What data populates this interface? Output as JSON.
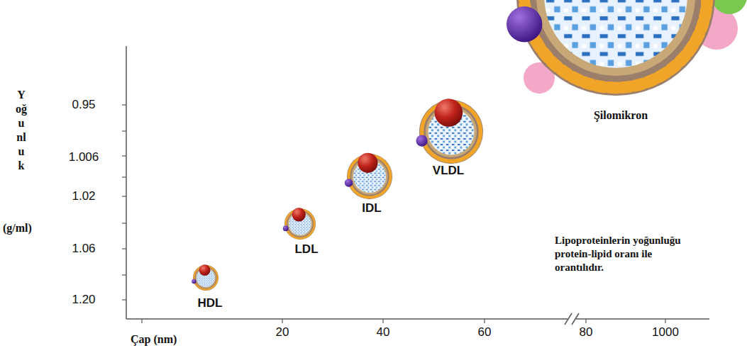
{
  "diagram": {
    "labels": [
      "Yoğunluk",
      "(g/ml)",
      "0.95",
      "1.006",
      "1.02",
      "1.06",
      "1.20",
      "Çap (nm)",
      "20",
      "40",
      "60",
      "80",
      "1000",
      "HDL",
      "LDL",
      "IDL",
      "VLDL",
      "Şilomikron",
      "Lipoproteinlerin yoğunluğu protein-lipid oranı ile orantılıdır."
    ]
  }
}
